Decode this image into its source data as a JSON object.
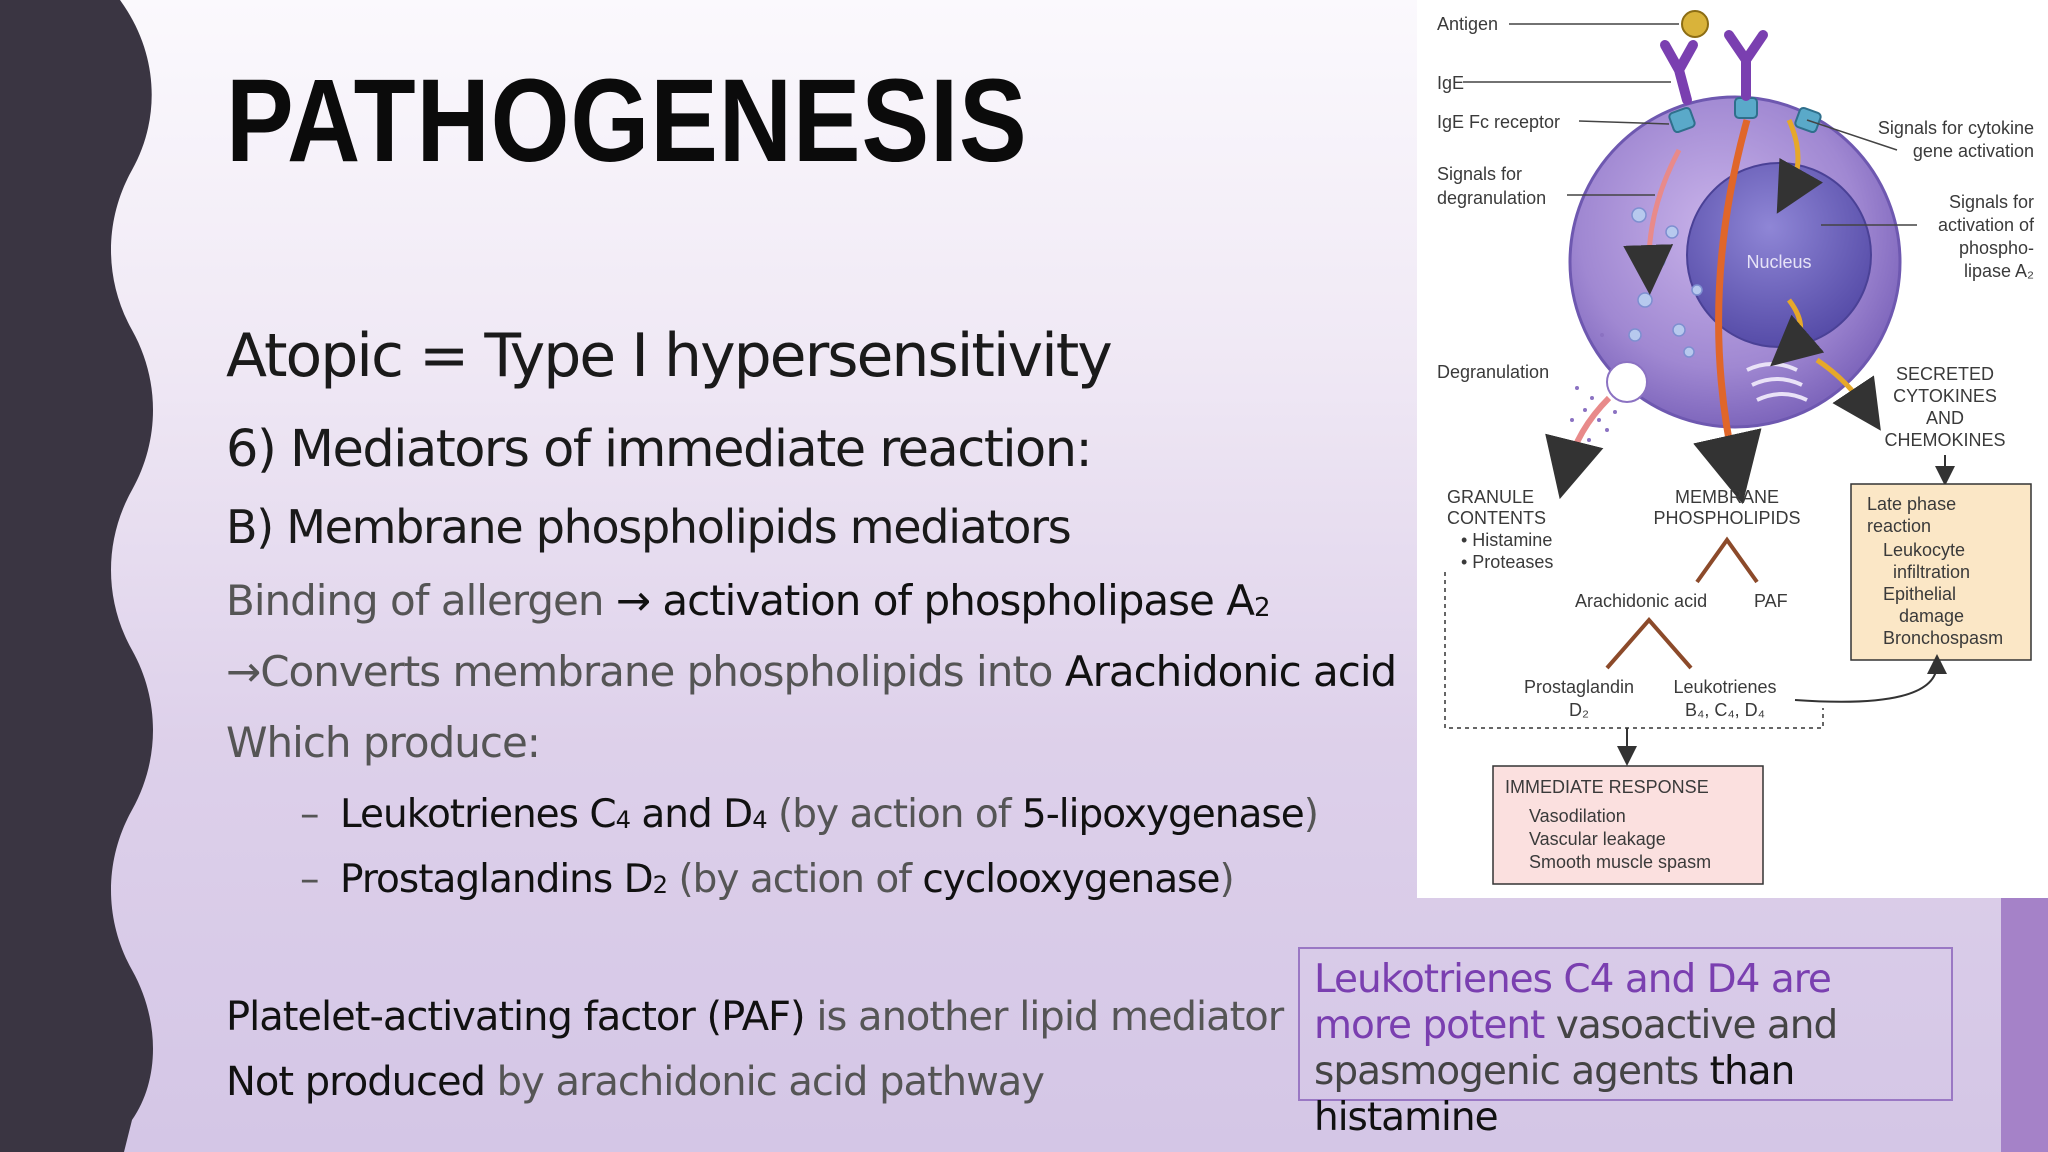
{
  "slide": {
    "title": "PATHOGENESIS",
    "heading": "Atopic = Type I hypersensitivity",
    "subheading": "6) Mediators of immediate reaction:",
    "section": "B) Membrane phospholipids mediators",
    "line_binding_a": "Binding of allergen ",
    "line_binding_arrow": "→",
    "line_binding_b": " activation of phospholipase A",
    "line_binding_sub": "2",
    "line_convert_arrow": "→",
    "line_convert_a": "Converts membrane phospholipids into ",
    "line_convert_b": "Arachidonic acid",
    "line_produce": "Which produce:",
    "bullets": [
      {
        "dash": "–",
        "a": "Leukotrienes C",
        "a_sub": "4",
        "b": " and D",
        "b_sub": "4",
        "c": " (by action of ",
        "d": "5-lipoxygenase",
        "e": ")"
      },
      {
        "dash": "–",
        "a": "Prostaglandins D",
        "a_sub": "2",
        "c": " (by action of ",
        "d": "cyclooxygenase",
        "e": ")"
      }
    ],
    "paf_a": "Platelet-activating factor (PAF)",
    "paf_b": " is another lipid mediator",
    "notprod_a": "Not produced",
    "notprod_b": " by arachidonic acid pathway",
    "callout": {
      "p1": "Leukotrienes C4 and D4 are more potent",
      "p2": " vasoactive and spasmogenic agents ",
      "p3": "than histamine"
    }
  },
  "diagram": {
    "labels": {
      "antigen": "Antigen",
      "ige": "IgE",
      "ige_fc": "IgE Fc receptor",
      "signals_degran_1": "Signals for",
      "signals_degran_2": "degranulation",
      "degranulation": "Degranulation",
      "cytokine_1": "Signals for cytokine",
      "cytokine_2": "gene activation",
      "pla2_1": "Signals for",
      "pla2_2": "activation of",
      "pla2_3": "phospho-",
      "pla2_4": "lipase A₂",
      "nucleus": "Nucleus",
      "secreted_1": "SECRETED",
      "secreted_2": "CYTOKINES",
      "secreted_3": "AND",
      "secreted_4": "CHEMOKINES",
      "granule_1": "GRANULE",
      "granule_2": "CONTENTS",
      "granule_3": "• Histamine",
      "granule_4": "• Proteases",
      "membrane_1": "MEMBRANE",
      "membrane_2": "PHOSPHOLIPIDS",
      "arachidonic": "Arachidonic acid",
      "paf": "PAF",
      "pgd_1": "Prostaglandin",
      "pgd_2": "D₂",
      "lt_1": "Leukotrienes",
      "lt_2": "B₄, C₄, D₄",
      "late_1": "Late phase",
      "late_2": "reaction",
      "late_3": "Leukocyte",
      "late_4": "infiltration",
      "late_5": "Epithelial",
      "late_6": "damage",
      "late_7": "Bronchospasm",
      "imm_1": "IMMEDIATE RESPONSE",
      "imm_2": "Vasodilation",
      "imm_3": "Vascular leakage",
      "imm_4": "Smooth muscle spasm"
    }
  },
  "colors": {
    "sidebar": "#3a3542",
    "accent": "#a582c8",
    "callout_purple": "#7a3fb0",
    "cell": "#9a7cc9",
    "nucleus": "#6a62b8"
  }
}
